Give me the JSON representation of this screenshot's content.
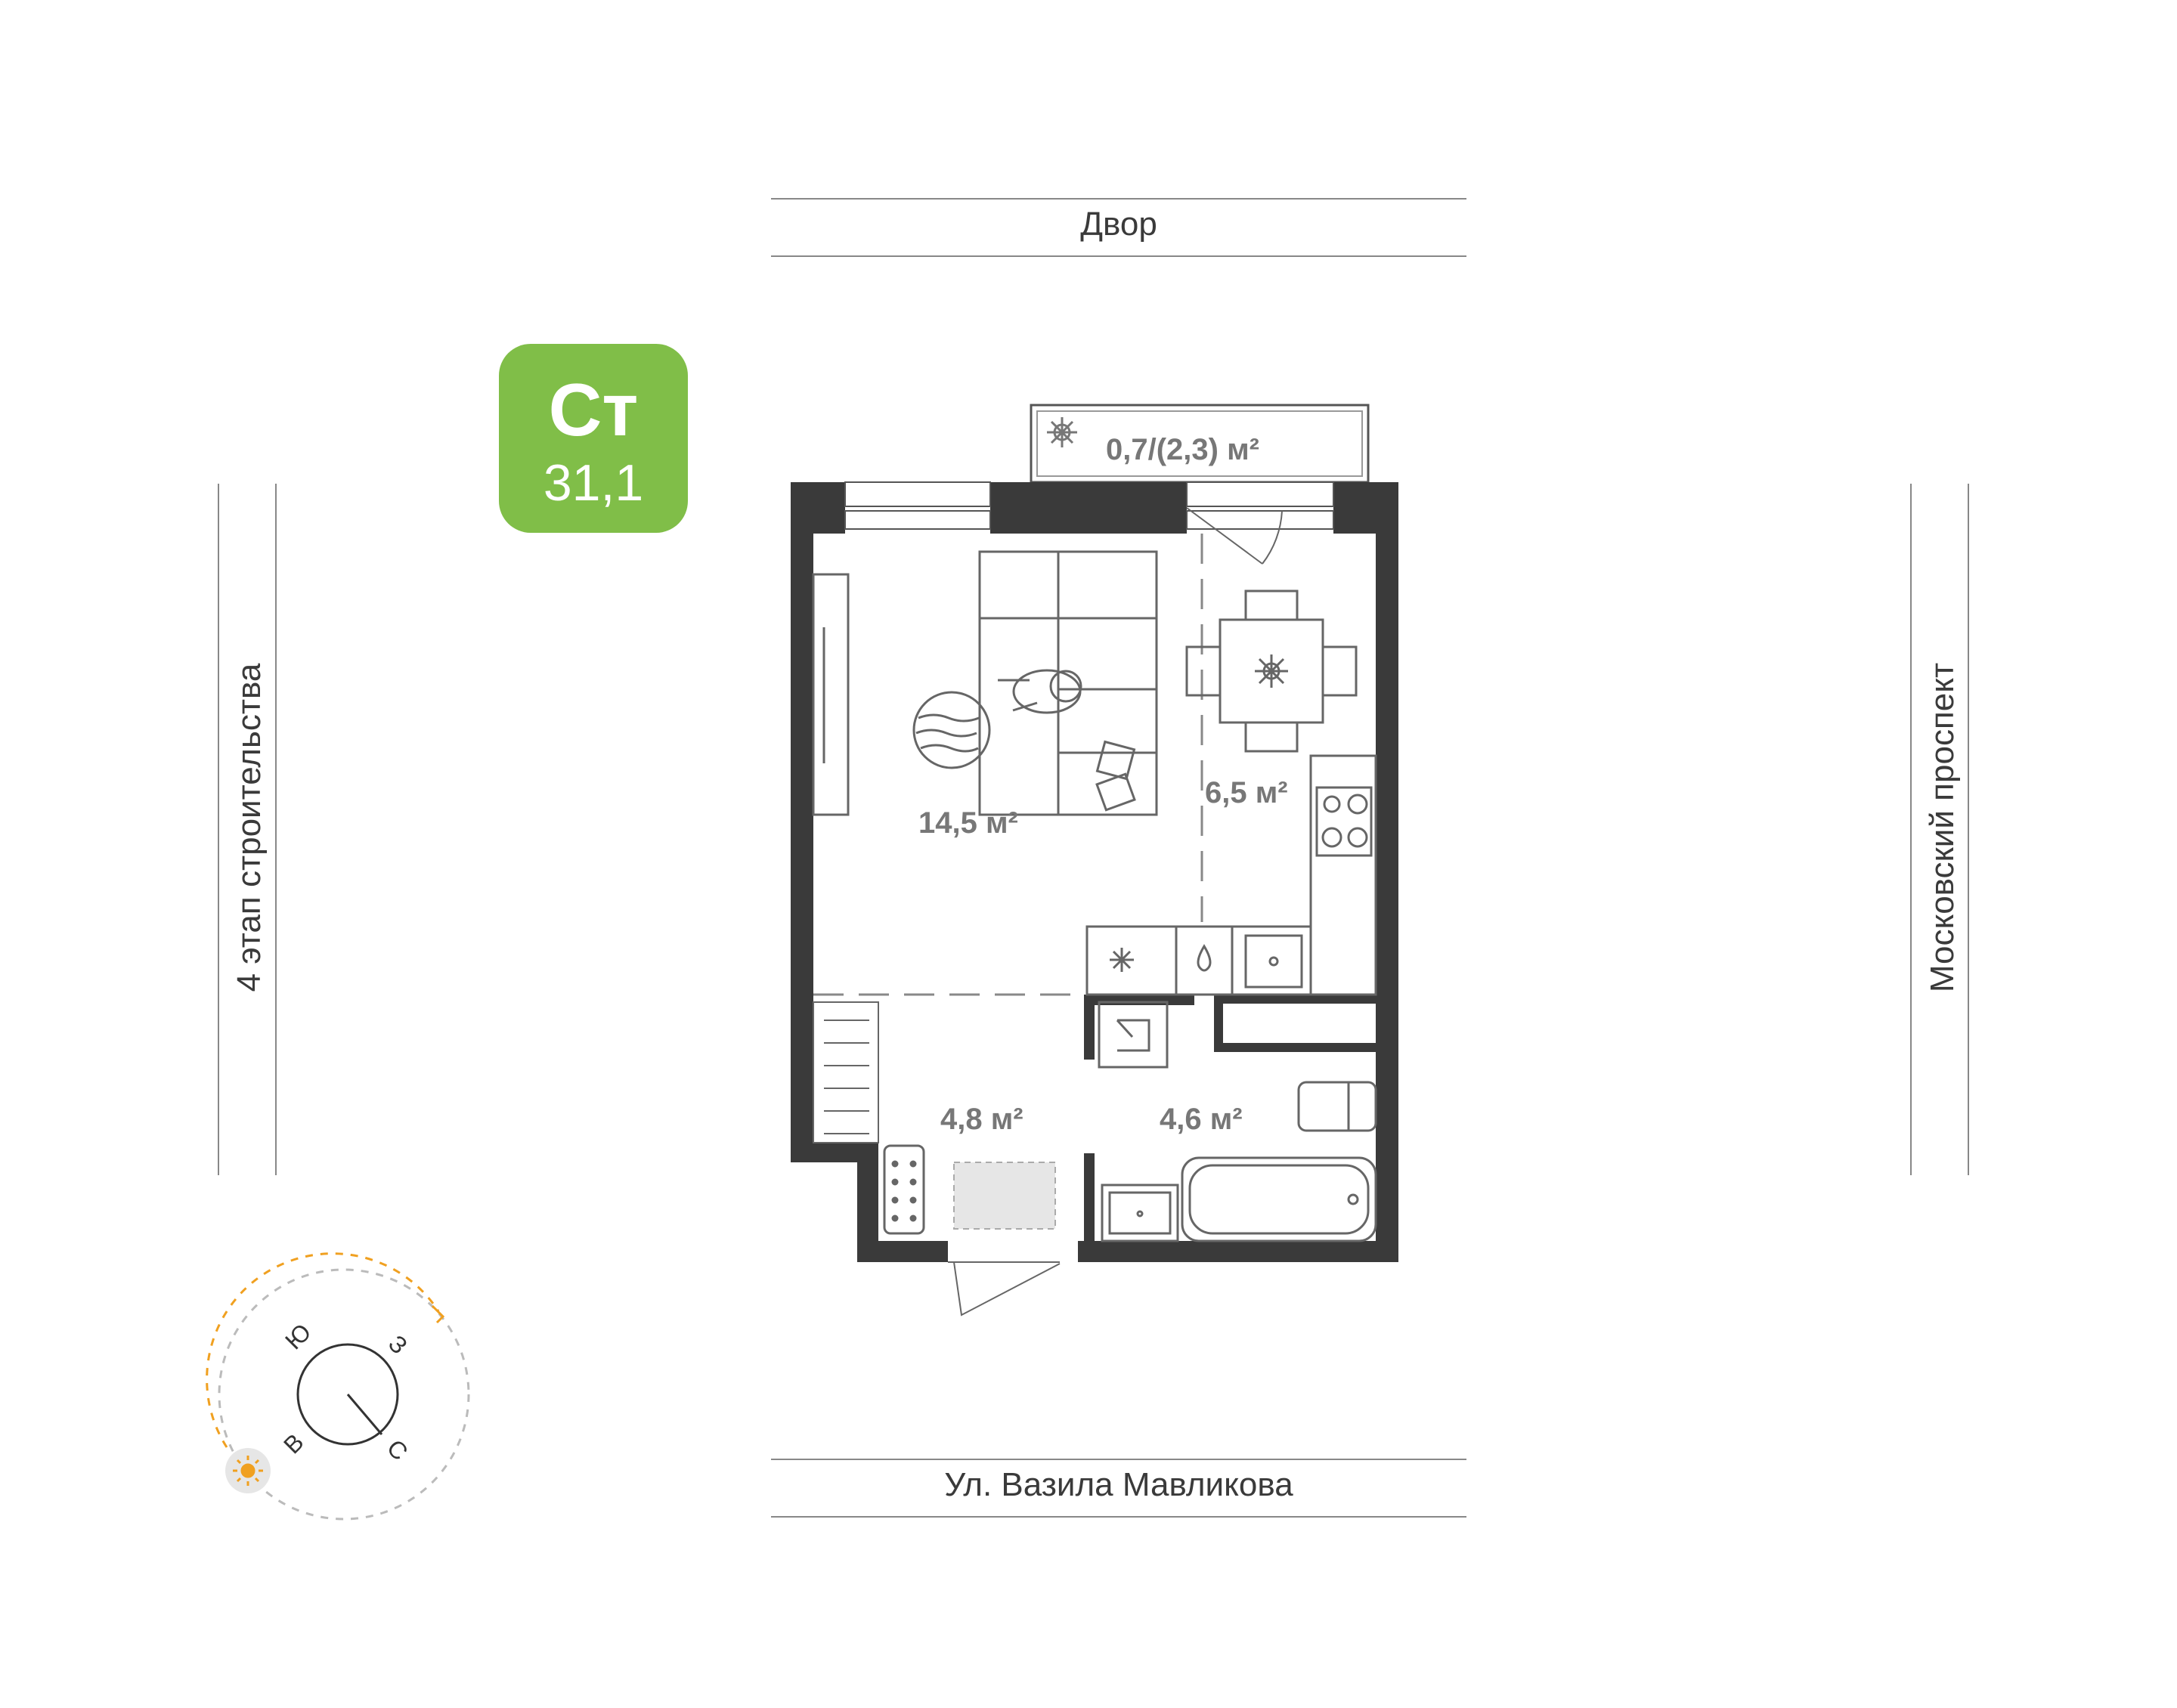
{
  "streets": {
    "top": "Двор",
    "bottom": "Ул. Вазила Мавликова",
    "left": "4 этап строительства",
    "right": "Московский проспект"
  },
  "badge": {
    "type": "Ст",
    "total_area": "31,1",
    "color": "#80be48"
  },
  "rooms": {
    "balcony": "0,7/(2,3) м²",
    "living": "14,5 м²",
    "kitchen": "6,5 м²",
    "hall": "4,8 м²",
    "bathroom": "4,6 м²"
  },
  "compass": {
    "north": "С",
    "south": "Ю",
    "east": "В",
    "west": "З",
    "sun_color": "#f0a020"
  },
  "colors": {
    "wall": "#3a3a3a",
    "furniture_line": "#666666",
    "accent": "#80be48"
  }
}
